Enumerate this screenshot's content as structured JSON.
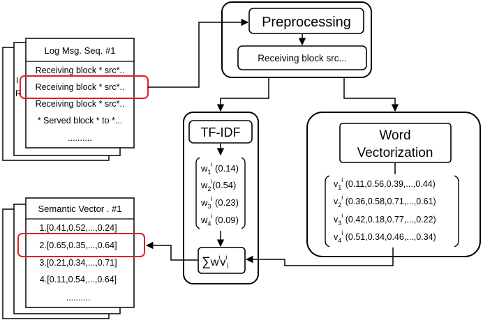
{
  "log_sequence": {
    "title": "Log Msg. Seq. #1",
    "rows": [
      "Receiving block * src*..",
      "Receiving block * src*..",
      "Receiving block * src*..",
      "* Served block * to *...",
      ".........."
    ],
    "back_page_glyphs": [
      "I",
      "R"
    ]
  },
  "preprocessing": {
    "title": "Preprocessing",
    "output": "Receiving block src..."
  },
  "tfidf": {
    "title": "TF-IDF",
    "weights": [
      {
        "sym": "w",
        "sub": "1",
        "sup": "i",
        "val": " (0.14)"
      },
      {
        "sym": "w",
        "sub": "2",
        "sup": "i",
        "val": "(0.54)"
      },
      {
        "sym": "w",
        "sub": "3",
        "sup": "i",
        "val": " (0.23)"
      },
      {
        "sym": "w",
        "sub": "4",
        "sup": "i",
        "val": " (0.09)"
      }
    ],
    "sum": {
      "sigma": "∑",
      "w": "w",
      "v": "v",
      "sup": "i",
      "sub": "j"
    }
  },
  "word_vectorization": {
    "title_line1": "Word",
    "title_line2": "Vectorization",
    "vectors": [
      {
        "sym": "v",
        "sub": "1",
        "sup": "i",
        "val": " (0.11,0.56,0.39,...,0.44)"
      },
      {
        "sym": "v",
        "sub": "2",
        "sup": "i",
        "val": " (0.36,0.58,0.71,...,0.61)"
      },
      {
        "sym": "v",
        "sub": "3",
        "sup": "i",
        "val": " (0.42,0.18,0.77,...,0.22)"
      },
      {
        "sym": "v",
        "sub": "4",
        "sup": "i",
        "val": " (0.51,0.34,0.46,...,0.34)"
      }
    ]
  },
  "semantic_vector": {
    "title": "Semantic Vector . #1",
    "rows": [
      "1.[0.41,0.52,...,0.24]",
      "2.[0.65,0.35,...,0.64]",
      "3.[0.21,0.34,...,0.71]",
      "4.[0.11,0.54,...,0.64]",
      ".........."
    ]
  },
  "colors": {
    "highlight": "#e02020",
    "stroke": "#000000",
    "fill": "#ffffff"
  }
}
